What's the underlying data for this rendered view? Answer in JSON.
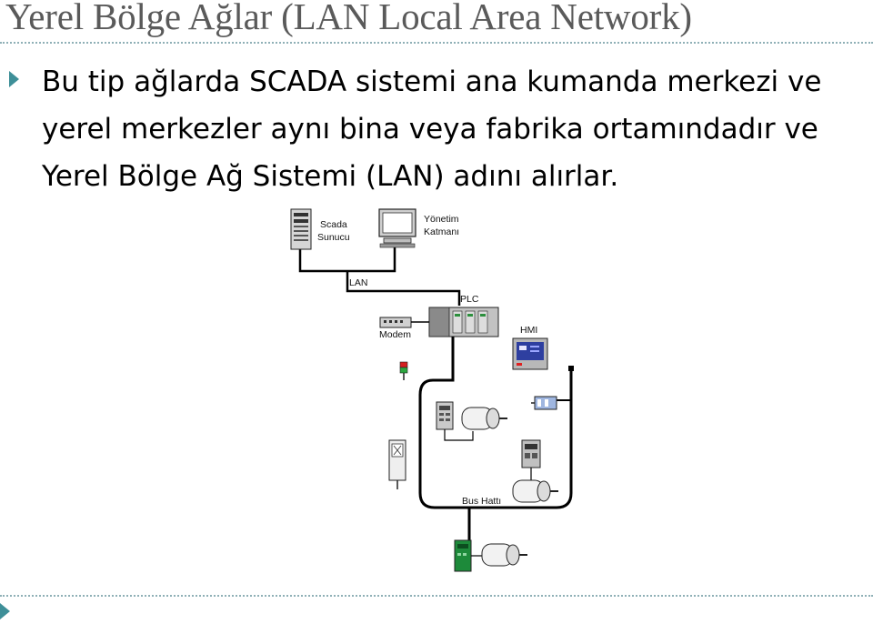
{
  "slide": {
    "title": "Yerel Bölge Ağlar (LAN Local Area Network)",
    "bullet_text": "Bu tip ağlarda SCADA sistemi ana kumanda merkezi ve yerel merkezler aynı bina veya fabrika ortamındadır ve Yerel Bölge Ağ Sistemi (LAN) adını alırlar."
  },
  "diagram": {
    "labels": {
      "scada_line1": "Scada",
      "scada_line2": "Sunucu",
      "mgmt_line1": "Yönetim",
      "mgmt_line2": "Katmanı",
      "lan": "LAN",
      "plc": "PLC",
      "modem": "Modem",
      "hmi": "HMI",
      "bus": "Bus Hattı"
    }
  },
  "icons": {
    "bullet": "triangle-right-icon",
    "corner": "triangle-right-icon"
  },
  "colors": {
    "title": "#5a5a5a",
    "accent": "#3e8f98",
    "bus_line": "#000000",
    "hmi_screen": "#2e3fa0",
    "drive_green": "#1d8a3a"
  }
}
